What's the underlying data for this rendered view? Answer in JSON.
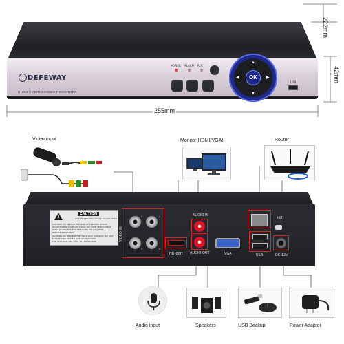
{
  "dimensions": {
    "depth": "222mm",
    "height": "42mm",
    "width": "255mm"
  },
  "front_panel": {
    "brand": "DEFEWAY",
    "subtitle": "H.264 HYBRID VIDEO RECORDER",
    "led_labels": [
      "POWER",
      "ALARM",
      "REC"
    ],
    "nav_center": "OK",
    "usb_label": "USB"
  },
  "accessories": {
    "video_input": "Video input",
    "monitor": "Monitor(HDMI/VGA)",
    "router": "Router",
    "audio_input": "Audio input",
    "speakers": "Speakers",
    "usb_backup": "USB Backup",
    "power_adapter": "Power Adapter"
  },
  "back_panel": {
    "caution_title": "CAUTION",
    "caution_sub": "RISK OF ELECTRIC SHOCK DO NOT OPEN",
    "caution_lines": [
      "CAUTION: TO REDUCE THE RISK OF ELECTRIC SHOCK,",
      "DO NOT OPEN COVER(OR BACK). NO USER SERVICEABLE",
      "PARTS IN INSIDE REFER SERVICING TO QUALIFIED",
      "SERVICE PERSONNEL",
      "WARNING TO PREVENT FIRE OR SHOCK HAZARDS, DO NOT",
      "EXPOSE THIS UNIT TO RAIN OR MOISTURE",
      "FOR OUTDOOR USE ONLY TO USE INDOOR."
    ],
    "video_in_label": "VIDEO IN",
    "bnc_numbers": [
      "1",
      "2",
      "3",
      "4"
    ],
    "audio_in": "AUDIO IN",
    "audio_out": "AUDIO OUT",
    "hdmi": "HD-port",
    "vga": "VGA",
    "net": "NET",
    "usb": "USB",
    "dc": "DC 12V"
  },
  "colors": {
    "highlight": "#e02020",
    "nav_blue": "#1d2a8c"
  }
}
